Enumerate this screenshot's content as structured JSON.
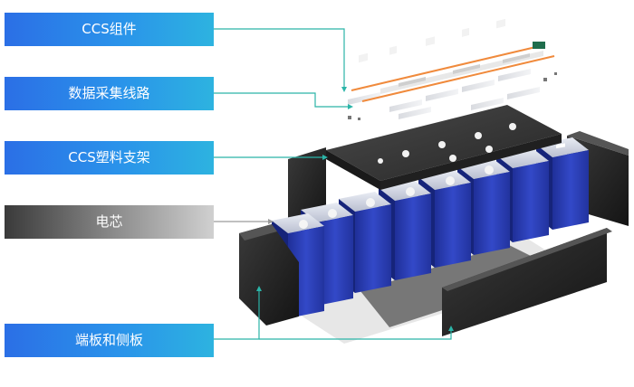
{
  "labels": {
    "ccs_assembly": "CCS组件",
    "data_acquisition_line": "数据采集线路",
    "ccs_plastic_bracket": "CCS塑料支架",
    "battery_cell": "电芯",
    "end_and_side_plates": "端板和侧板"
  },
  "colors": {
    "label_blue_start": "#2b6fe6",
    "label_blue_end": "#2db3e0",
    "label_gray_start": "#3a3a3a",
    "label_gray_end": "#d0d0d0",
    "leader_line": "#2bb5a8",
    "wire_orange": "#f08a3c",
    "cell_blue": "#2a3fb0",
    "bracket_dark": "#2c2c2c"
  }
}
